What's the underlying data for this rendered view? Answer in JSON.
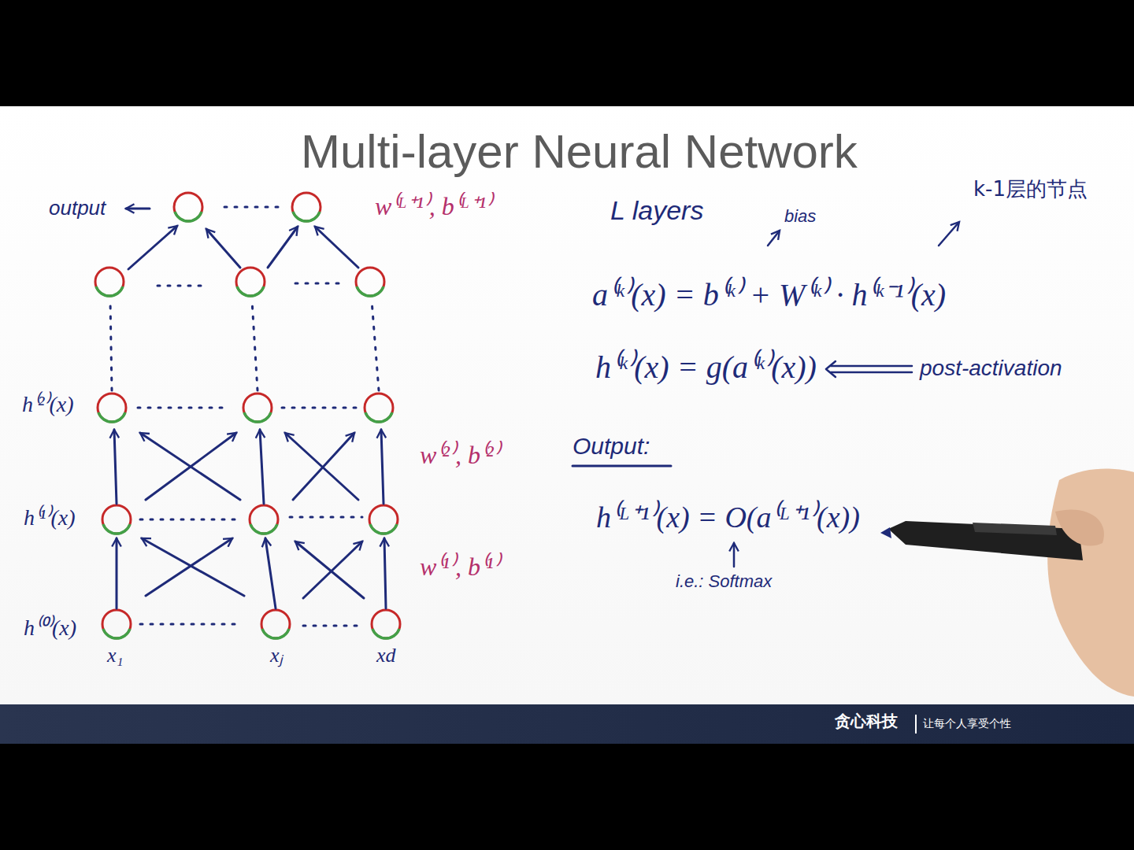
{
  "diagram": {
    "title": "Multi-layer Neural Network",
    "labels": [
      "output",
      "w⁽ᴸ⁺¹⁾, b⁽ᴸ⁺¹⁾",
      "h⁽²⁾(x)",
      "w⁽²⁾, b⁽²⁾",
      "h⁽¹⁾(x)",
      "w⁽¹⁾, b⁽¹⁾",
      "h⁽⁰⁾(x)",
      "x₁",
      "xⱼ",
      "xd",
      "L layers",
      "bias",
      "k-1层的节点",
      "a⁽ᵏ⁾(x) = b⁽ᵏ⁾ + W⁽ᵏ⁾ · h⁽ᵏ⁻¹⁾(x)",
      "h⁽ᵏ⁾(x) = g(a⁽ᵏ⁾(x))",
      "post-activation",
      "Output:",
      "h⁽ᴸ⁺¹⁾(x) = O(a⁽ᴸ⁺¹⁾(x))",
      "i.e.: Softmax",
      "贪心科技",
      "让每个人享受个性"
    ]
  }
}
